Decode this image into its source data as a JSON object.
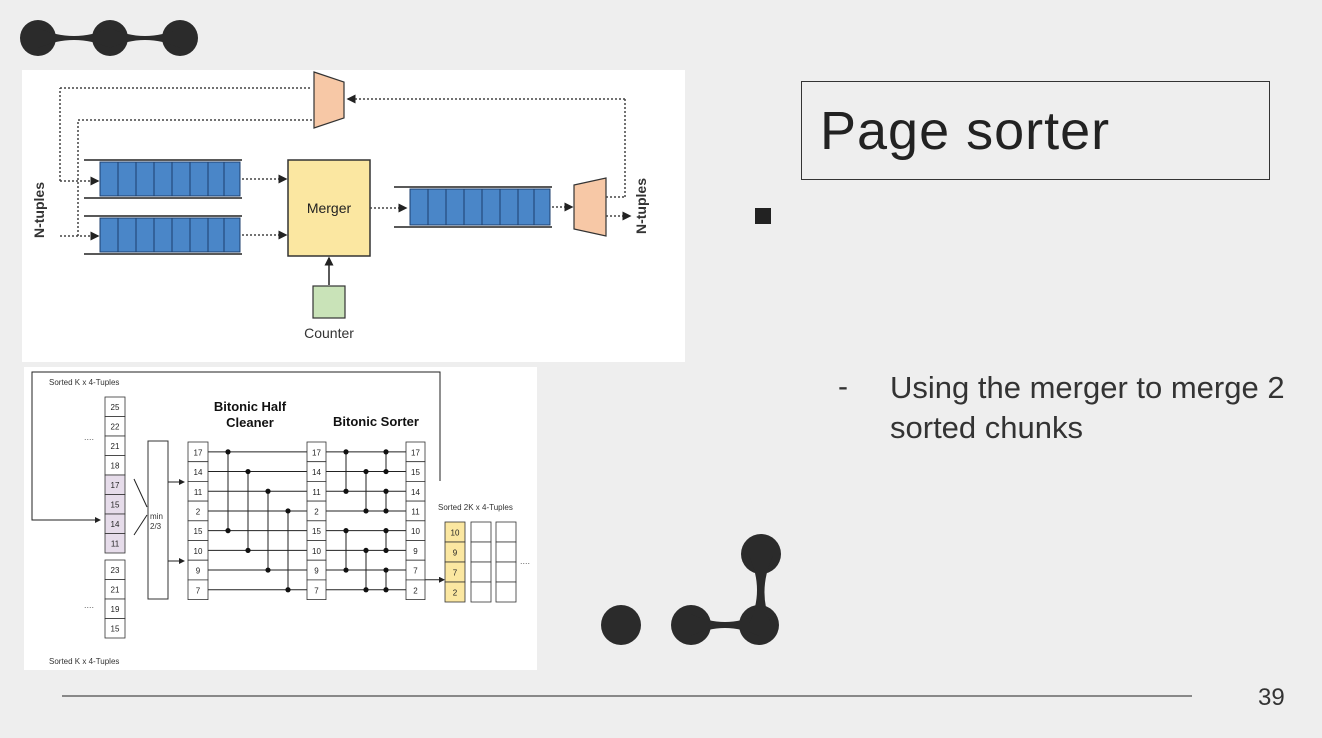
{
  "slide": {
    "title": "Page sorter",
    "sub_bullet_dash": "-",
    "sub_bullet_text": "Using the merger to merge 2 sorted chunks",
    "page_number": "39"
  },
  "top_diagram": {
    "input_label": "N-tuples",
    "output_label": "N-tuples",
    "merger_label": "Merger",
    "counter_label": "Counter",
    "colors": {
      "queue": "#4a86c8",
      "merger": "#fbe7a1",
      "mux": "#f7c8a6",
      "counter": "#c9e3b8"
    }
  },
  "bottom_diagram": {
    "top_caption": "Sorted K x 4-Tuples",
    "bottom_caption": "Sorted K x 4-Tuples",
    "half_cleaner_line1": "Bitonic Half",
    "half_cleaner_line2": "Cleaner",
    "sorter_label": "Bitonic Sorter",
    "min_label_line1": "min",
    "min_label_line2": "2/3",
    "output_caption": "Sorted 2K x 4-Tuples",
    "ellipsis": "....",
    "input_column": [
      "25",
      "22",
      "21",
      "18",
      "17",
      "15",
      "14",
      "11",
      "23",
      "21",
      "19",
      "15"
    ],
    "stage1_column": [
      "17",
      "14",
      "11",
      "2",
      "15",
      "10",
      "9",
      "7"
    ],
    "stage2_column": [
      "17",
      "14",
      "11",
      "2",
      "15",
      "10",
      "9",
      "7"
    ],
    "stage3_column": [
      "17",
      "15",
      "14",
      "11",
      "10",
      "9",
      "7",
      "2"
    ],
    "output_column": [
      "10",
      "9",
      "7",
      "2"
    ],
    "colors": {
      "highlight": "#e6dcea",
      "output": "#fbe7a1"
    }
  }
}
